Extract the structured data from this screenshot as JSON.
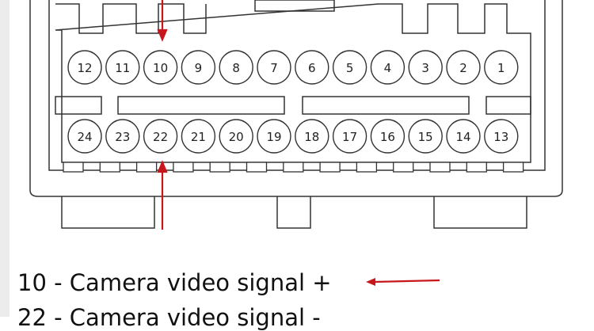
{
  "pins_top": [
    "12",
    "11",
    "10",
    "9",
    "8",
    "7",
    "6",
    "5",
    "4",
    "3",
    "2",
    "1"
  ],
  "pins_bottom": [
    "24",
    "23",
    "22",
    "21",
    "20",
    "19",
    "18",
    "17",
    "16",
    "15",
    "14",
    "13"
  ],
  "legend": [
    {
      "text": "10 - Camera video signal +"
    },
    {
      "text": "22 - Camera video signal -"
    }
  ],
  "colors": {
    "arrow": "#c8161d",
    "line": "#333333"
  }
}
